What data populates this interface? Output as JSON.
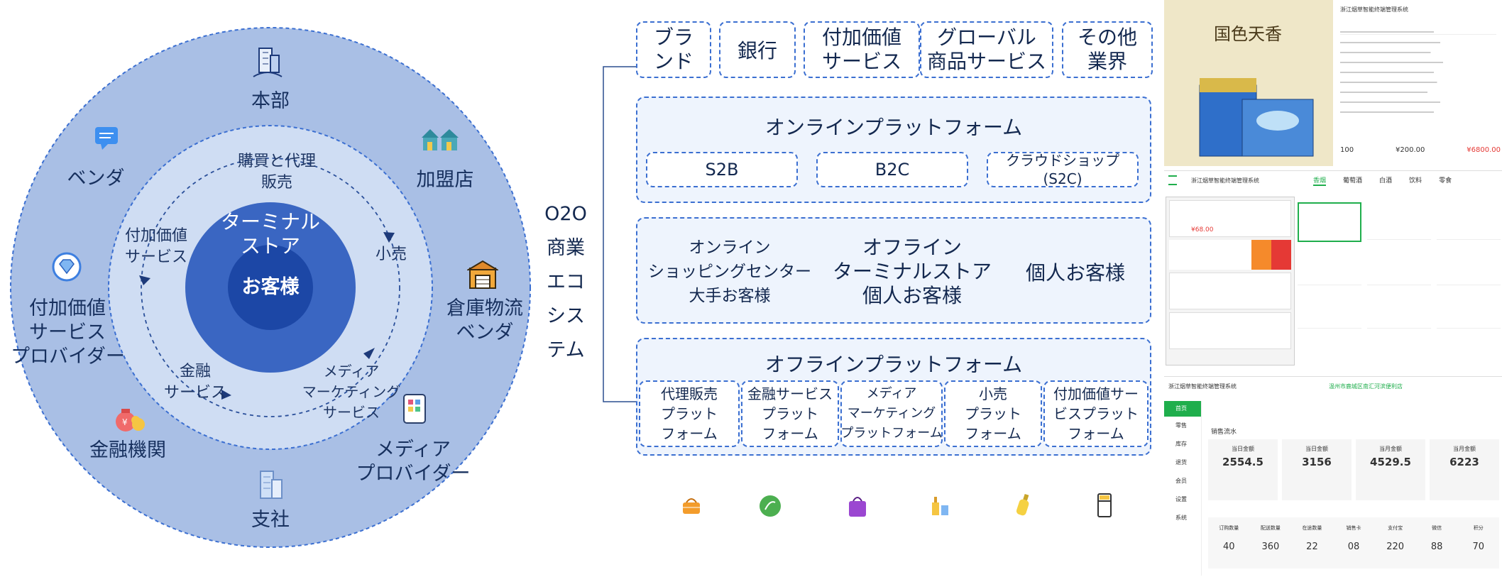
{
  "circle": {
    "core": "お客様",
    "terminal": "ターミナル\nストア",
    "inner": {
      "purchase": "購買と代理\n販売",
      "retail": "小売",
      "media": "メディア\nマーケティング\nサービス",
      "finance": "金融\nサービス",
      "vas": "付加価値\nサービス"
    },
    "outer": {
      "hq": "本部",
      "franchise": "加盟店",
      "warehouse": "倉庫物流\nベンダ",
      "media_provider": "メディア\nプロバイダー",
      "branch": "支社",
      "financial": "金融機関",
      "vas_provider": "付加価値\nサービス\nプロバイダー",
      "vendor": "ベンダ"
    }
  },
  "o2o_label": "O2O\n商業\nエコ\nシス\nテム",
  "top_row": [
    "ブラ\nンド",
    "銀行",
    "付加価値\nサービス",
    "グローバル\n商品サービス",
    "その他\n業界"
  ],
  "online_platform": {
    "title": "オンラインプラットフォーム",
    "items": [
      "S2B",
      "B2C",
      "クラウドショップ\n(S2C)"
    ]
  },
  "customers": [
    "オンライン\nショッピングセンター\n大手お客様",
    "オフライン\nターミナルストア\n個人お客様",
    "個人お客様"
  ],
  "offline_platform": {
    "title": "オフラインプラットフォーム",
    "items": [
      "代理販売\nプラット\nフォーム",
      "金融サービス\nプラット\nフォーム",
      "メディア\nマーケティング\nプラットフォーム",
      "小売\nプラット\nフォーム",
      "付加価値サー\nビスプラット\nフォーム"
    ]
  },
  "bottom_icons": [
    "basket-icon",
    "vegetable-icon",
    "bag-icon",
    "bottles-icon",
    "drink-icon",
    "fridge-icon"
  ],
  "screens": {
    "top": {
      "title": "浙江烟草智能终端管理系统",
      "brand": "国色天香",
      "footer": [
        "100",
        "¥200.00",
        "¥6800.00"
      ]
    },
    "middle": {
      "title": "浙江烟草智能终端管理系统",
      "tabs": [
        "香烟",
        "葡萄酒",
        "白酒",
        "饮料",
        "零食"
      ],
      "price": "¥68.00"
    },
    "bottom": {
      "title": "浙江烟草智能终端管理系统",
      "store": "温州市鹿城区南汇河滨便利店",
      "section": "销售流水",
      "menu": [
        "首页",
        "零售",
        "库存",
        "退货",
        "会员",
        "设置",
        "系统"
      ],
      "stats_labels": [
        "当日金额",
        "当日金额",
        "当月金额",
        "当月金额"
      ],
      "stats": [
        "2554.5",
        "3156",
        "4529.5",
        "6223"
      ],
      "counts_labels": [
        "订购数量",
        "配送数量",
        "在途数量",
        "销售卡",
        "支付宝",
        "微信",
        "积分"
      ],
      "counts": [
        "40",
        "360",
        "22",
        "08",
        "220",
        "88",
        "70"
      ]
    }
  },
  "colors": {
    "outer": "#a9bfe5",
    "middle": "#cfddf3",
    "inner": "#3a66c2",
    "core": "#1c47a6",
    "accent": "#3b6fd1",
    "green": "#1fae4c",
    "red": "#e53935"
  }
}
